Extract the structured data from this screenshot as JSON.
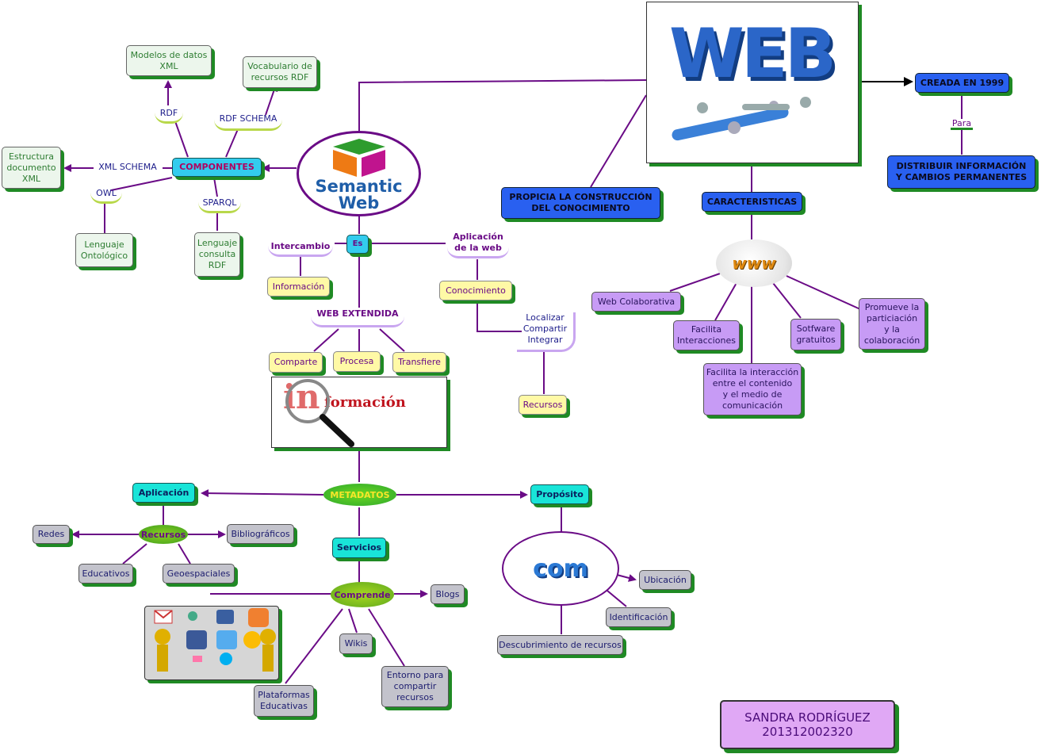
{
  "colors": {
    "line": "#6a0b86",
    "shadow": "#1f8a24",
    "blue_node": "#2960f0",
    "purple_node": "#c79bf5"
  },
  "semantic_web": {
    "logo_line1": "Semantic",
    "logo_line2": "Web"
  },
  "web_logo": {
    "text": "WEB"
  },
  "informacion_image": {
    "prefix": "in",
    "rest": "formación"
  },
  "www_globe": {
    "text": "www"
  },
  "com_image": {
    "text": "com"
  },
  "rdf_branch": {
    "componentes": "COMPONENTES",
    "rdf": "RDF",
    "rdf_schema": "RDF SCHEMA",
    "xml_schema": "XML SCHEMA",
    "owl": "OWL",
    "sparql": "SPARQL",
    "modelos_xml": "Modelos de datos\nXML",
    "vocabulario_rdf": "Vocabulario de\nrecursos RDF",
    "estructura_xml": "Estructura\ndocumento\nXML",
    "lenguaje_ontologico": "Lenguaje\nOntológico",
    "lenguaje_consulta": "Lenguaje\nconsulta\nRDF"
  },
  "center": {
    "es": "Es",
    "intercambio": "Intercambio",
    "informacion": "Información",
    "aplicacion_web": "Aplicación\nde la web",
    "conocimiento": "Conocimiento",
    "localizar": "Localizar\nCompartir\nIntegrar",
    "recursos": "Recursos",
    "web_extendida": "WEB EXTENDIDA",
    "comparte": "Comparte",
    "procesa": "Procesa",
    "transfiere": "Transfiere"
  },
  "web_branch": {
    "propicia": "PROPICIA LA CONSTRUCCIÓN\nDEL CONOCIMIENTO",
    "creada": "CREADA EN 1999",
    "para": "Para",
    "distribuir": "DISTRIBUIR INFORMACIÓN\nY CAMBIOS PERMANENTES",
    "caracteristicas": "CARACTERISTICAS",
    "web_colaborativa": "Web Colaborativa",
    "facilita_interacciones": "Facilita\nInteracciones",
    "software": "Sotfware\ngratuitos",
    "promueve": "Promueve la\nparticiación\ny la\ncolaboración",
    "facilita_interaccion": "Facilita la interacción\nentre el contenido\ny el medio de\ncomunicación"
  },
  "metadatos_branch": {
    "metadatos": "METADATOS",
    "aplicacion": "Aplicación",
    "proposito": "Propósito",
    "recursos": "Recursos",
    "redes": "Redes",
    "bibliograficos": "Bibliográficos",
    "educativos": "Educativos",
    "geoespaciales": "Geoespaciales",
    "servicios": "Servicios",
    "comprende": "Comprende",
    "blogs": "Blogs",
    "wikis": "Wikis",
    "plataformas": "Plataformas\nEducativas",
    "entorno": "Entorno para\ncompartir\nrecursos",
    "ubicacion": "Ubicación",
    "identificacion": "Identificación",
    "descubrimiento": "Descubrimiento de recursos"
  },
  "author": {
    "name": "SANDRA RODRÍGUEZ",
    "code": "201312002320"
  }
}
